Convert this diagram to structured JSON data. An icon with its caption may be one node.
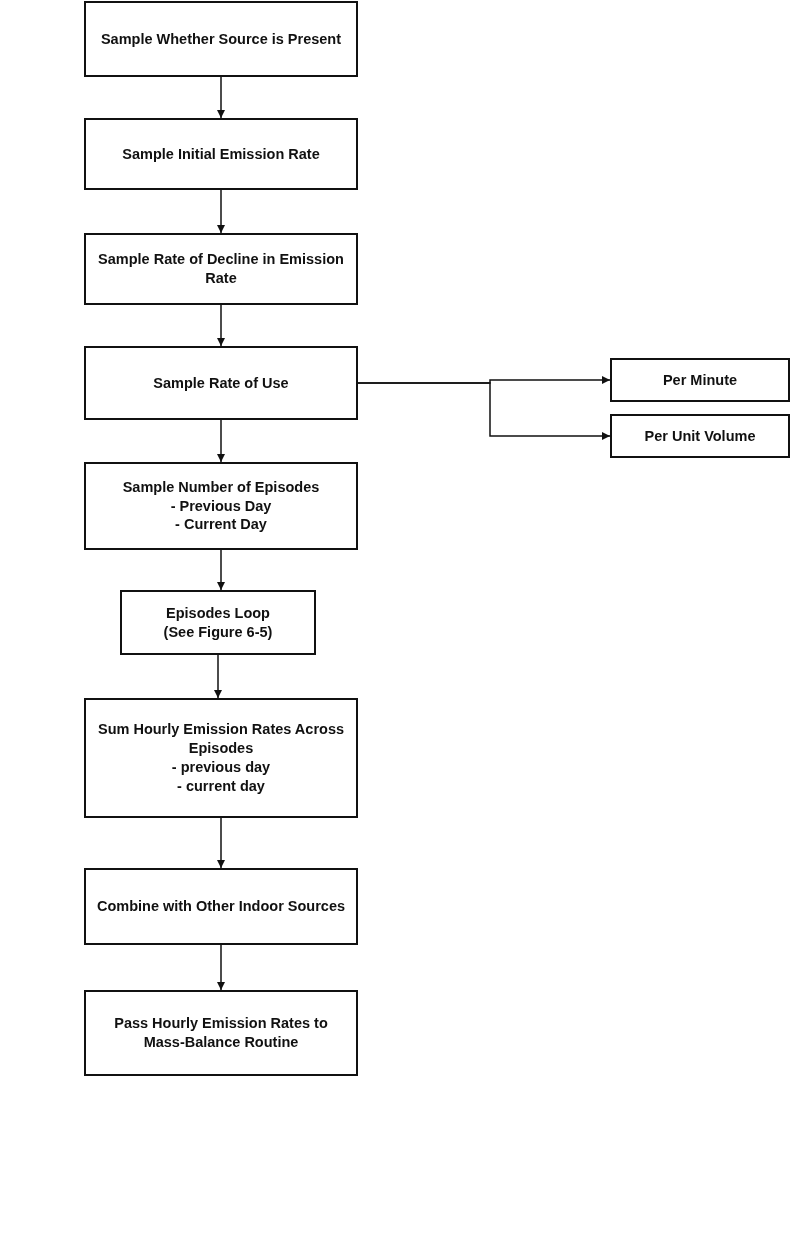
{
  "diagram": {
    "nodes": [
      {
        "text": [
          "Sample Whether Source is Present"
        ]
      },
      {
        "text": [
          "Sample Initial Emission Rate"
        ]
      },
      {
        "text": [
          "Sample Rate of Decline in Emission Rate"
        ]
      },
      {
        "text": [
          "Sample Rate of Use"
        ]
      },
      {
        "text": [
          "Sample Number of Episodes",
          "- Previous Day",
          "- Current Day"
        ]
      },
      {
        "text": [
          "Episodes Loop",
          "(See Figure 6-5)"
        ]
      },
      {
        "text": [
          "Sum Hourly Emission Rates Across Episodes",
          "- previous day",
          "- current day"
        ]
      },
      {
        "text": [
          "Combine with Other Indoor Sources"
        ]
      },
      {
        "text": [
          "Pass Hourly Emission Rates to Mass-Balance Routine"
        ]
      },
      {
        "text": [
          "Per Minute"
        ]
      },
      {
        "text": [
          "Per Unit Volume"
        ]
      }
    ],
    "edges": [
      {
        "from": 0,
        "to": 1,
        "arrow": "to"
      },
      {
        "from": 1,
        "to": 2,
        "arrow": "to"
      },
      {
        "from": 2,
        "to": 3,
        "arrow": "to"
      },
      {
        "from": 3,
        "to": 9,
        "arrow": "to"
      },
      {
        "from": 3,
        "to": 10,
        "arrow": "to"
      },
      {
        "from": 3,
        "to": 4,
        "arrow": "to"
      },
      {
        "from": 4,
        "to": 5,
        "arrow": "to"
      },
      {
        "from": 5,
        "to": 6,
        "arrow": "to"
      },
      {
        "from": 6,
        "to": 7,
        "arrow": "to"
      },
      {
        "from": 7,
        "to": 8,
        "arrow": "to"
      }
    ]
  }
}
